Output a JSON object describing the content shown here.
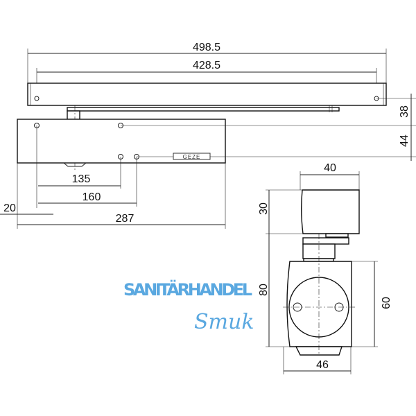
{
  "drawing": {
    "brand_badge": "GEZE",
    "dimensions": {
      "rail_length": "498.5",
      "rail_hole_spacing": "428.5",
      "rail_height": "38",
      "body_hole_offset": "44",
      "hole_135": "135",
      "hole_160": "160",
      "offset_20": "20",
      "body_length": "287",
      "head_width": "40",
      "head_height": "30",
      "side_height": "80",
      "plate_height": "60",
      "side_width": "46"
    }
  },
  "watermark": {
    "line1": "SANITÄRHANDEL",
    "line2": "Smuk",
    "color": "#5aa8e0"
  }
}
